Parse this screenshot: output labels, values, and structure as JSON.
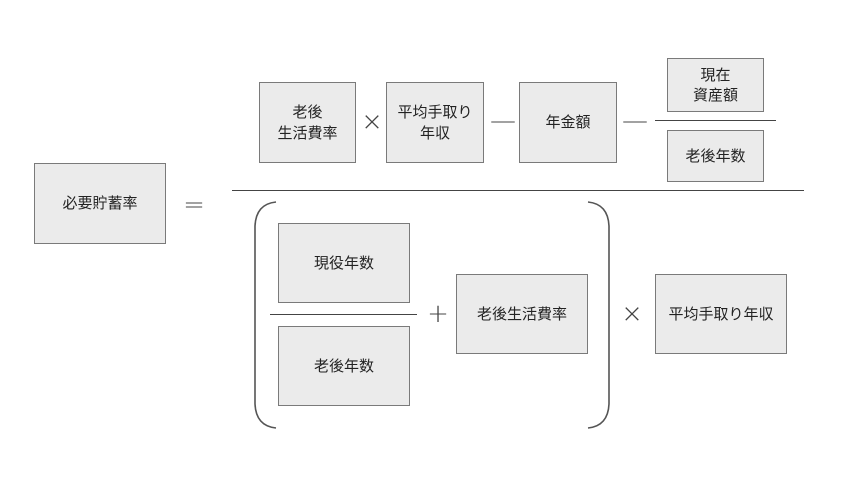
{
  "result": "必要貯蓄率",
  "equals": "=",
  "numerator": {
    "term1": "老後\n生活費率",
    "times": "×",
    "term2": "平均手取り\n年収",
    "minus1": "—",
    "term3": "年金額",
    "minus2": "—",
    "frac_top": "現在\n資産額",
    "frac_bottom": "老後年数"
  },
  "denominator": {
    "frac_top": "現役年数",
    "frac_bottom": "老後年数",
    "plus": "+",
    "term": "老後生活費率",
    "times": "×",
    "income": "平均手取り年収"
  }
}
